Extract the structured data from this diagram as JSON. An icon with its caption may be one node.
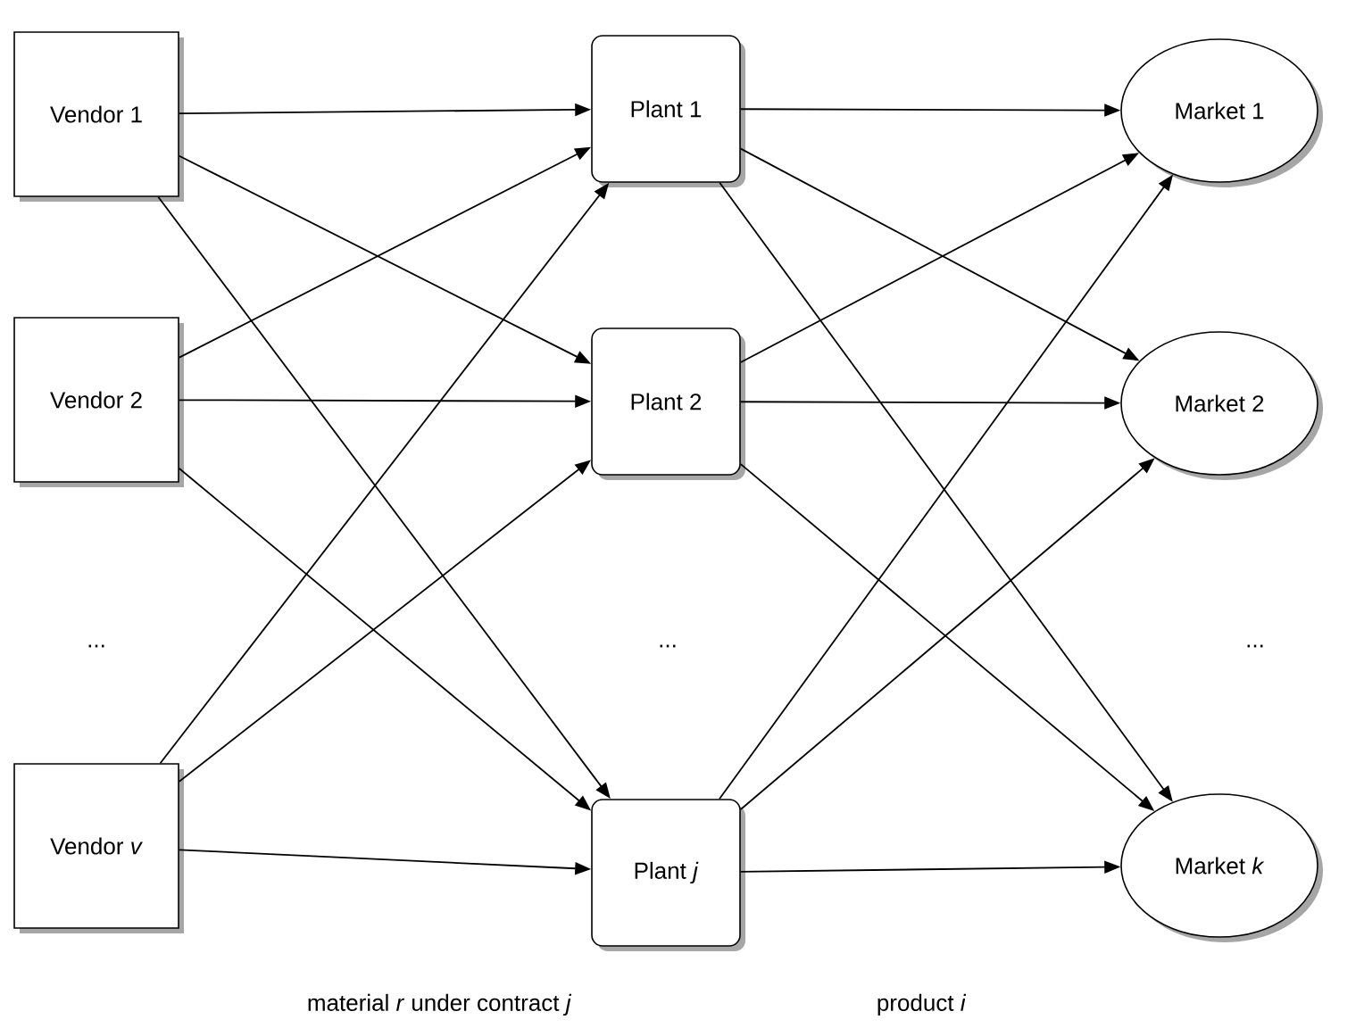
{
  "diagram": {
    "nodes": [
      {
        "text": [
          "Vendor 1"
        ]
      },
      {
        "text": [
          "Vendor 2"
        ]
      },
      {
        "text": [
          "Vendor *v*"
        ]
      },
      {
        "text": [
          "Plant 1"
        ]
      },
      {
        "text": [
          "Plant 2"
        ]
      },
      {
        "text": [
          "Plant *j*"
        ]
      },
      {
        "text": [
          "Market 1"
        ]
      },
      {
        "text": [
          "Market 2"
        ]
      },
      {
        "text": [
          "Market *k*"
        ]
      }
    ],
    "edges": [
      {
        "from": 0,
        "to": 3,
        "arrow": "to"
      },
      {
        "from": 0,
        "to": 4,
        "arrow": "to"
      },
      {
        "from": 0,
        "to": 5,
        "arrow": "to"
      },
      {
        "from": 1,
        "to": 3,
        "arrow": "to"
      },
      {
        "from": 1,
        "to": 4,
        "arrow": "to"
      },
      {
        "from": 1,
        "to": 5,
        "arrow": "to"
      },
      {
        "from": 2,
        "to": 3,
        "arrow": "to"
      },
      {
        "from": 2,
        "to": 4,
        "arrow": "to"
      },
      {
        "from": 2,
        "to": 5,
        "arrow": "to"
      },
      {
        "from": 3,
        "to": 6,
        "arrow": "to"
      },
      {
        "from": 3,
        "to": 7,
        "arrow": "to"
      },
      {
        "from": 3,
        "to": 8,
        "arrow": "to"
      },
      {
        "from": 4,
        "to": 6,
        "arrow": "to"
      },
      {
        "from": 4,
        "to": 7,
        "arrow": "to"
      },
      {
        "from": 4,
        "to": 8,
        "arrow": "to"
      },
      {
        "from": 5,
        "to": 6,
        "arrow": "to"
      },
      {
        "from": 5,
        "to": 7,
        "arrow": "to"
      },
      {
        "from": 5,
        "to": 8,
        "arrow": "to"
      }
    ],
    "labels": [
      "...",
      "...",
      "...",
      "material *r* under contract *j*",
      "product *i*"
    ]
  }
}
